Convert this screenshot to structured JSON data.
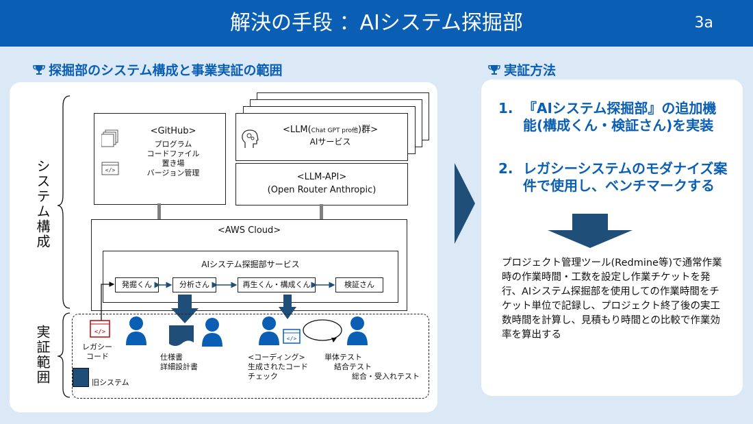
{
  "header": {
    "title": "解決の手段 ：AIシステム探掘部",
    "slide_no": "3a"
  },
  "left": {
    "heading": "探掘部のシステム構成と事業実証の範囲",
    "brace_labels": {
      "system": "システム構成",
      "proof": "実証範囲"
    },
    "github": {
      "title": "<GitHub>",
      "lines": [
        "プログラム",
        "コードファイル",
        "置き場",
        "バージョン管理"
      ]
    },
    "llm": {
      "title_main": "<LLM(",
      "title_small": "Chat GPT pro他",
      "title_end": ")群>",
      "sub": "AIサービス"
    },
    "llm_api": {
      "title": "<LLM-API>",
      "sub": "(Open Router Anthropic)"
    },
    "aws": {
      "title": "<AWS Cloud>"
    },
    "service": {
      "title": "AIシステム探掘部サービス",
      "modules": [
        "発掘くん",
        "分析さん",
        "再生くん・構成くん",
        "検証さん"
      ]
    },
    "proof": {
      "legacy": [
        "レガシー",
        "コード"
      ],
      "old_system": "旧システム",
      "spec": [
        "仕様書",
        "詳細設計書"
      ],
      "coding": [
        "<コーディング>",
        "生成されたコード",
        "チェック"
      ],
      "tests": [
        "単体テスト",
        "結合テスト",
        "総合・受入れテスト"
      ]
    }
  },
  "right": {
    "heading": "実証方法",
    "steps": [
      {
        "num": "1.",
        "text": "『AIシステム探掘部』の追加機能(構成くん・検証さん)を実装"
      },
      {
        "num": "2.",
        "text": "レガシーシステムのモダナイズ案件で使用し、ベンチマークする"
      }
    ],
    "body": "プロジェクト管理ツール(Redmine等)で通常作業時の作業時間・工数を設定し作業チケットを発行、AIシステム探掘部を使用しての作業時間をチケット単位で記録し、プロジェクト終了後の実工数時間を計算し、見積もり時間との比較で作業効率を算出する"
  },
  "colors": {
    "brand": "#0a5fb4",
    "navy": "#1f4e79",
    "person": "#0a5fb4",
    "bg": "#dbe8f6"
  },
  "icons": [
    "trophy-icon",
    "document-stack-icon",
    "code-window-icon",
    "ai-head-icon",
    "person-icon",
    "right-arrow-icon",
    "down-arrow-icon",
    "cycle-arrow-icon"
  ]
}
